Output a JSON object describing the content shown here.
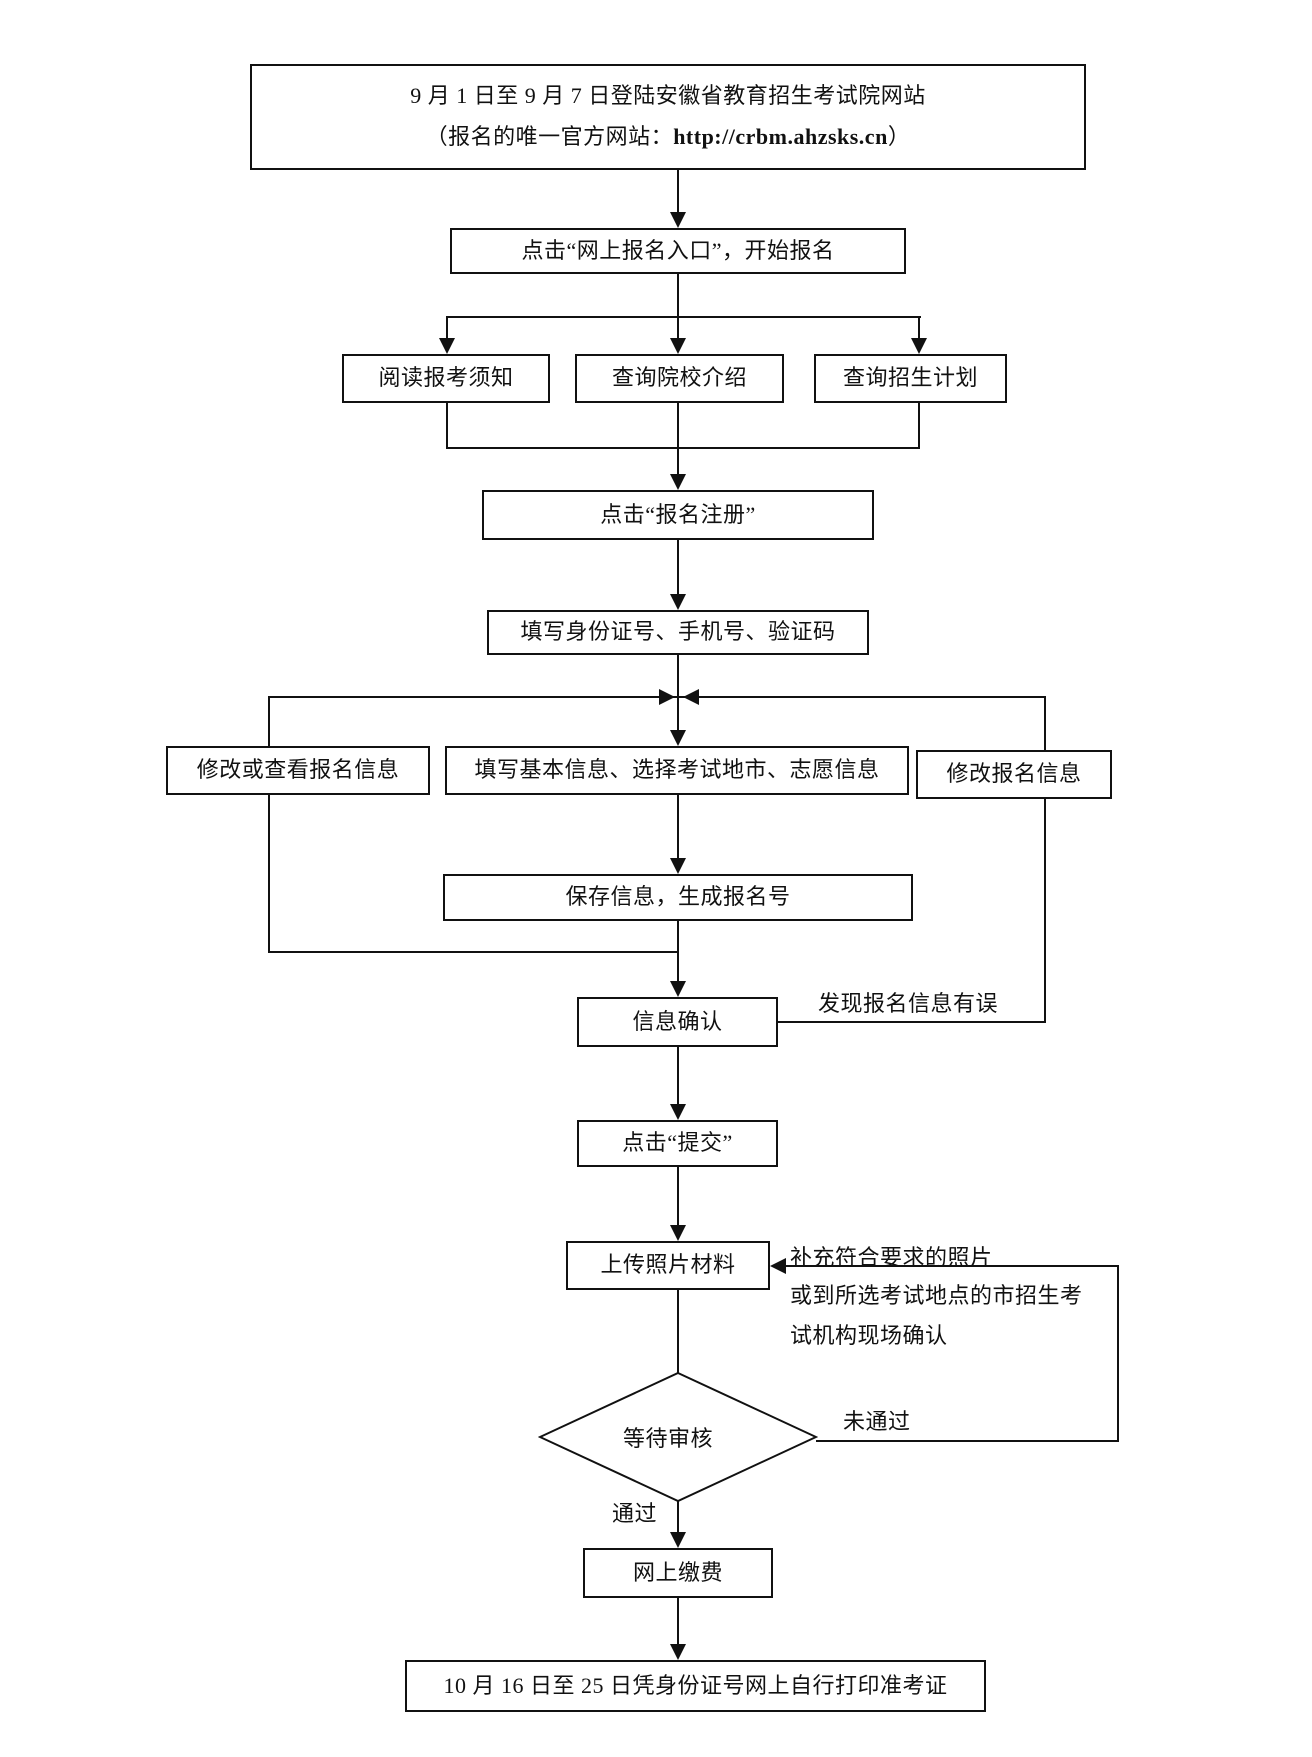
{
  "page": {
    "background_color": "#ffffff",
    "ink_color": "#111111",
    "description": "Flowchart of Anhui Province adult college entrance exam online registration process"
  },
  "flowchart": {
    "nodes": {
      "start_line1": "9 月 1 日至 9 月 7 日登陆安徽省教育招生考试院网站",
      "start_line2_prefix": "（报名的唯一官方网站：",
      "start_url": "http://crbm.ahzsks.cn",
      "start_line2_suffix": "）",
      "click_entry": "点击“网上报名入口”，开始报名",
      "read_notice": "阅读报考须知",
      "query_college": "查询院校介绍",
      "query_plan": "查询招生计划",
      "click_register": "点击“报名注册”",
      "fill_identity": "填写身份证号、手机号、验证码",
      "modify_or_view": "修改或查看报名信息",
      "fill_basic": "填写基本信息、选择考试地市、志愿信息",
      "modify_info": "修改报名信息",
      "save_info": "保存信息，生成报名号",
      "confirm_info": "信息确认",
      "click_submit": "点击“提交”",
      "upload_photo": "上传照片材料",
      "wait_review": "等待审核",
      "pay_online": "网上缴费",
      "print_ticket": "10 月 16 日至 25 日凭身份证号网上自行打印准考证"
    },
    "edge_labels": {
      "info_error": "发现报名信息有误",
      "photo_note_1": "补充符合要求的照片",
      "photo_note_2": "或到所选考试地点的市招生考",
      "photo_note_3": "试机构现场确认",
      "not_passed": "未通过",
      "passed": "通过"
    }
  }
}
